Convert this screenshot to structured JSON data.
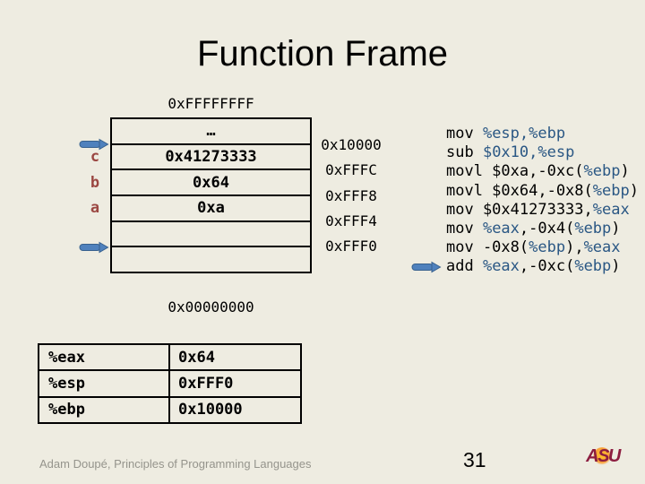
{
  "title": "Function Frame",
  "stack": {
    "top_address": "0xFFFFFFFF",
    "bottom_address": "0x00000000",
    "rows": [
      {
        "label": "",
        "value": "…"
      },
      {
        "label": "c",
        "value": "0x41273333"
      },
      {
        "label": "b",
        "value": "0x64"
      },
      {
        "label": "a",
        "value": "0xa"
      },
      {
        "label": "",
        "value": ""
      },
      {
        "label": "",
        "value": ""
      }
    ],
    "boundary_addresses": [
      "0x10000",
      "0xFFFC",
      "0xFFF8",
      "0xFFF4",
      "0xFFF0"
    ]
  },
  "assembly": {
    "lines": [
      {
        "segments": [
          {
            "text": "mov ",
            "color": "black"
          },
          {
            "text": "%esp,%ebp",
            "color": "blue"
          }
        ]
      },
      {
        "segments": [
          {
            "text": "sub ",
            "color": "black"
          },
          {
            "text": "$0x10,%esp",
            "color": "blue"
          }
        ]
      },
      {
        "segments": [
          {
            "text": "movl $0xa,-0xc(",
            "color": "black"
          },
          {
            "text": "%ebp",
            "color": "blue"
          },
          {
            "text": ")",
            "color": "black"
          }
        ]
      },
      {
        "segments": [
          {
            "text": "movl $0x64,-0x8(",
            "color": "black"
          },
          {
            "text": "%ebp",
            "color": "blue"
          },
          {
            "text": ")",
            "color": "black"
          }
        ]
      },
      {
        "segments": [
          {
            "text": "mov $0x41273333,",
            "color": "black"
          },
          {
            "text": "%eax",
            "color": "blue"
          }
        ]
      },
      {
        "segments": [
          {
            "text": "mov ",
            "color": "black"
          },
          {
            "text": "%eax",
            "color": "blue"
          },
          {
            "text": ",-0x4(",
            "color": "black"
          },
          {
            "text": "%ebp",
            "color": "blue"
          },
          {
            "text": ")",
            "color": "black"
          }
        ]
      },
      {
        "segments": [
          {
            "text": "mov -0x8(",
            "color": "black"
          },
          {
            "text": "%ebp",
            "color": "blue"
          },
          {
            "text": "),",
            "color": "black"
          },
          {
            "text": "%eax",
            "color": "blue"
          }
        ]
      },
      {
        "segments": [
          {
            "text": "add ",
            "color": "black"
          },
          {
            "text": "%eax",
            "color": "blue"
          },
          {
            "text": ",-0xc(",
            "color": "black"
          },
          {
            "text": "%ebp",
            "color": "blue"
          },
          {
            "text": ")",
            "color": "black"
          }
        ]
      }
    ]
  },
  "registers": {
    "rows": [
      {
        "name": "%eax",
        "value": "0x64"
      },
      {
        "name": "%esp",
        "value": "0xFFF0"
      },
      {
        "name": "%ebp",
        "value": "0x10000"
      }
    ]
  },
  "footer": {
    "credit": "Adam Doupé, Principles of Programming Languages",
    "page_number": "31",
    "logo_text": "ASU"
  },
  "icons": {
    "ebp_pointer": "right-block-arrow",
    "esp_pointer": "right-block-arrow",
    "instruction_pointer": "right-block-arrow",
    "asu_sunburst": "gold-sunburst"
  },
  "colors": {
    "background": "#EEECE1",
    "assembly_blue": "#2A5784",
    "variable_label_red": "#9B4742",
    "arrow_fill": "#4F81BD",
    "arrow_border": "#38618E",
    "asu_maroon": "#8C1D40",
    "asu_gold": "#FFC627",
    "footer_gray": "#95948C"
  }
}
